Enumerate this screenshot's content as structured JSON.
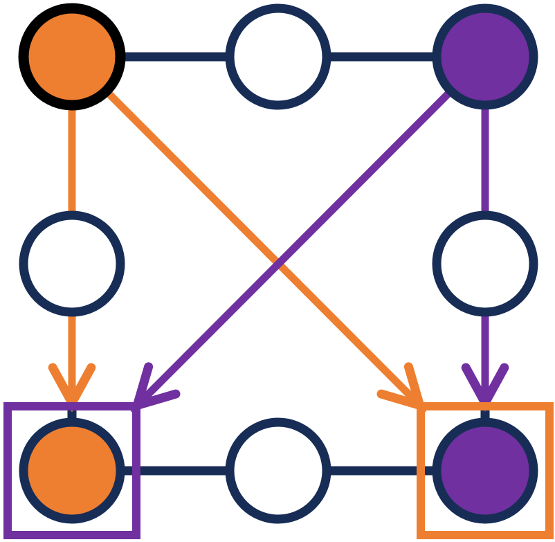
{
  "colors": {
    "background": "#ffffff",
    "navy": "#172D56",
    "orange": "#EE7F31",
    "purple": "#7030A0",
    "black": "#000000",
    "empty_fill": "#ffffff"
  },
  "nodes": [
    {
      "id": "top-left",
      "fill": "orange",
      "outline": "black",
      "highlighted": true
    },
    {
      "id": "top-middle",
      "fill": "empty",
      "outline": "navy",
      "highlighted": false
    },
    {
      "id": "top-right",
      "fill": "purple",
      "outline": "navy",
      "highlighted": false
    },
    {
      "id": "middle-left",
      "fill": "empty",
      "outline": "navy",
      "highlighted": false
    },
    {
      "id": "middle-right",
      "fill": "empty",
      "outline": "navy",
      "highlighted": false
    },
    {
      "id": "bottom-left",
      "fill": "orange",
      "outline": "navy",
      "highlighted": false
    },
    {
      "id": "bottom-middle",
      "fill": "empty",
      "outline": "navy",
      "highlighted": false
    },
    {
      "id": "bottom-right",
      "fill": "purple",
      "outline": "navy",
      "highlighted": false
    }
  ],
  "edges": [
    {
      "from": "top-left",
      "to": "top-middle"
    },
    {
      "from": "top-middle",
      "to": "top-right"
    },
    {
      "from": "bottom-left",
      "to": "bottom-middle"
    },
    {
      "from": "bottom-middle",
      "to": "bottom-right"
    }
  ],
  "arrows": [
    {
      "from": "top-left",
      "to": "bottom-left",
      "color": "orange"
    },
    {
      "from": "top-left",
      "to": "bottom-right",
      "color": "orange"
    },
    {
      "from": "top-right",
      "to": "bottom-left",
      "color": "purple"
    },
    {
      "from": "top-right",
      "to": "bottom-right",
      "color": "purple"
    }
  ],
  "target_boxes": [
    {
      "node": "bottom-left",
      "color": "purple"
    },
    {
      "node": "bottom-right",
      "color": "orange"
    }
  ]
}
